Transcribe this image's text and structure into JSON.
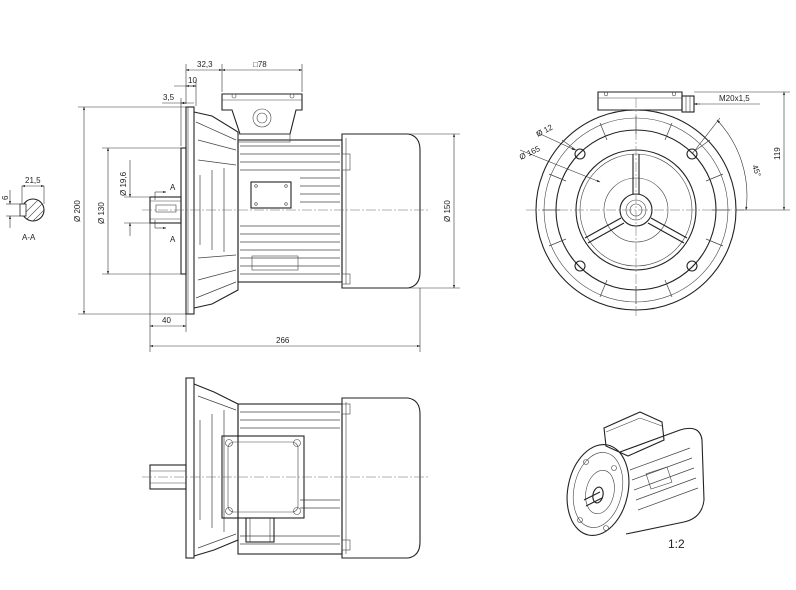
{
  "dimensions": {
    "d_32_3": "32,3",
    "sq_78": "□78",
    "d_10": "10",
    "d_3_5": "3,5",
    "d_200": "Ø 200",
    "d_130": "Ø 130",
    "d_19_6": "Ø 19,6",
    "d_150": "Ø 150",
    "d_40": "40",
    "d_266": "266",
    "d_21_5": "21,5",
    "d_6": "6",
    "thread": "M20x1,5",
    "d_12": "Ø 12",
    "d_165": "Ø 165",
    "angle_45": "45°",
    "d_119": "119"
  },
  "section": {
    "mark": "A",
    "title": "A-A"
  },
  "scale": "1:2"
}
